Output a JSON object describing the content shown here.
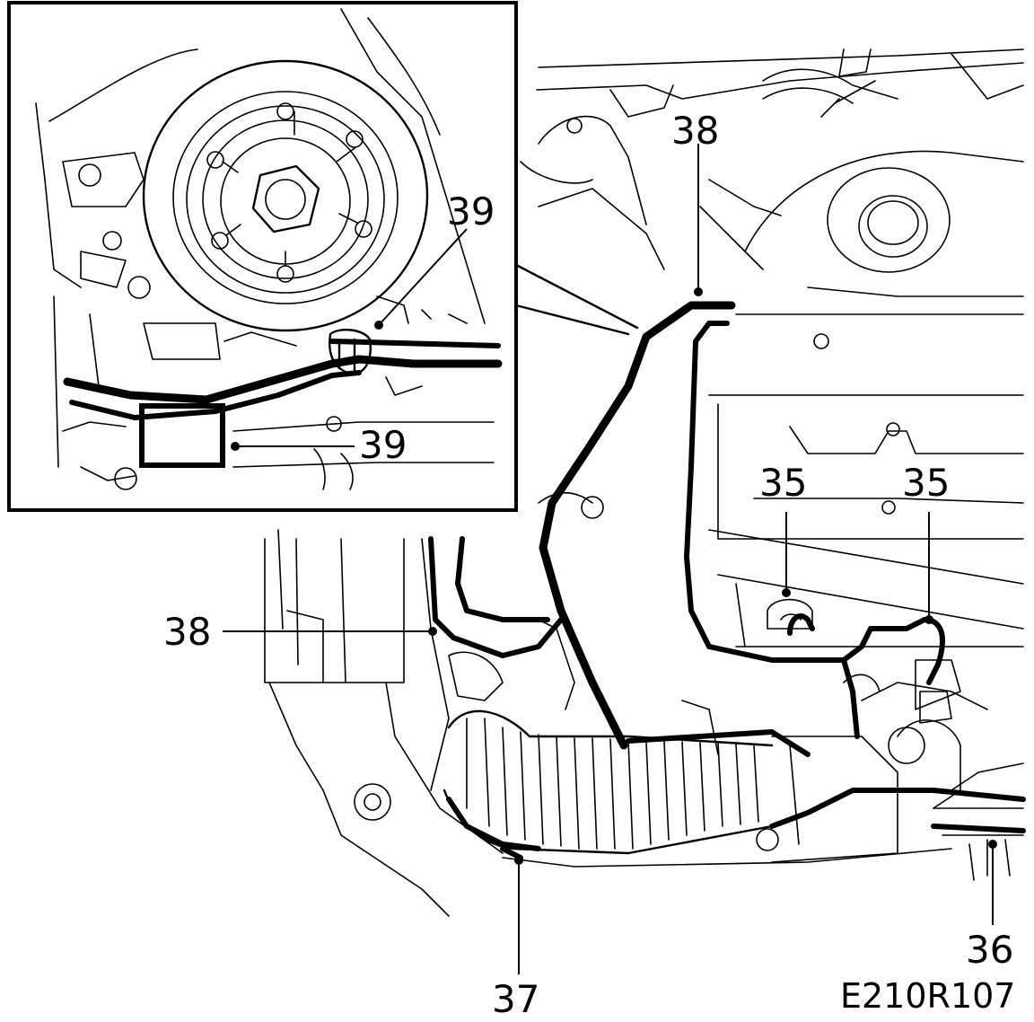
{
  "figure_code": "E210R107",
  "callouts": {
    "c38_top": "38",
    "c38_left": "38",
    "c39_top": "39",
    "c39_bottom": "39",
    "c35_left": "35",
    "c35_right": "35",
    "c36": "36",
    "c37": "37"
  }
}
